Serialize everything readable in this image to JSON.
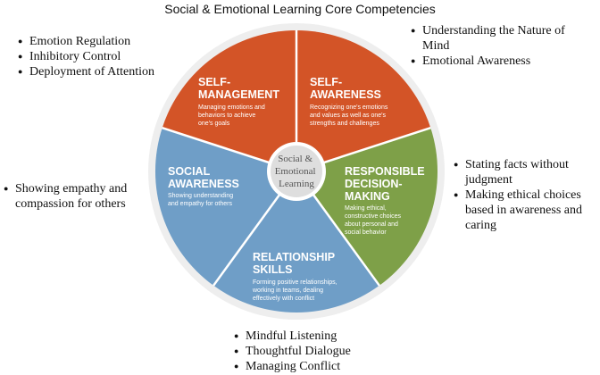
{
  "title": "Social & Emotional Learning Core Competencies",
  "colors": {
    "self_management": "#d35427",
    "self_awareness": "#d35427",
    "responsible": "#7ea048",
    "relationship": "#6f9ec7",
    "social": "#6f9ec7",
    "center": "#dedede",
    "rim": "#eeeeee"
  },
  "center": {
    "line1": "Social &",
    "line2": "Emotional",
    "line3": "Learning"
  },
  "segments": {
    "self_management": {
      "heading": [
        "SELF-",
        "MANAGEMENT"
      ],
      "body": [
        "Managing emotions and",
        "behaviors to achieve",
        "one's goals"
      ]
    },
    "self_awareness": {
      "heading": [
        "SELF-",
        "AWARENESS"
      ],
      "body": [
        "Recognizing one's emotions",
        "and values as well as one's",
        "strengths and challenges"
      ]
    },
    "responsible": {
      "heading": [
        "RESPONSIBLE",
        "DECISION-",
        "MAKING"
      ],
      "body": [
        "Making ethical,",
        "constructive choices",
        "about personal and",
        "social behavior"
      ]
    },
    "relationship": {
      "heading": [
        "RELATIONSHIP",
        "SKILLS"
      ],
      "body": [
        "Forming positive relationships,",
        "working in teams, dealing",
        "effectively with conflict"
      ]
    },
    "social": {
      "heading": [
        "SOCIAL",
        "AWARENESS"
      ],
      "body": [
        "Showing understanding",
        "and empathy for others"
      ]
    }
  },
  "notes": {
    "self_management": [
      "Emotion Regulation",
      "Inhibitory   Control",
      "Deployment of Attention"
    ],
    "self_awareness": [
      "Understanding the Nature of Mind",
      "Emotional Awareness"
    ],
    "responsible": [
      "Stating facts without judgment",
      "Making ethical choices based in awareness and caring"
    ],
    "social": [
      "Showing empathy and compassion for others"
    ],
    "relationship": [
      "Mindful Listening",
      "Thoughtful Dialogue",
      "Managing Conflict"
    ]
  }
}
